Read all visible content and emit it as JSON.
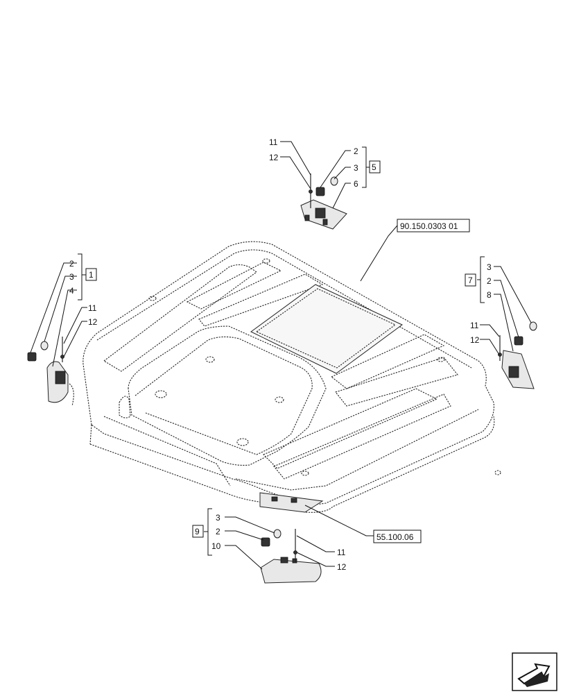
{
  "references": {
    "roof": "90.150.0303 01",
    "rear": "55.100.06"
  },
  "groups": {
    "g1": "1",
    "g5": "5",
    "g7": "7",
    "g9": "9"
  },
  "labels": {
    "top": {
      "a": "11",
      "b": "12",
      "c": "2",
      "d": "3",
      "e": "6"
    },
    "left": {
      "a": "2",
      "b": "3",
      "c": "4",
      "d": "11",
      "e": "12"
    },
    "right": {
      "a": "3",
      "b": "2",
      "c": "8",
      "d": "11",
      "e": "12"
    },
    "bottom": {
      "a": "3",
      "b": "2",
      "c": "10",
      "d": "11",
      "e": "12"
    }
  },
  "nav": {
    "icon": "next-page-arrow-icon"
  }
}
